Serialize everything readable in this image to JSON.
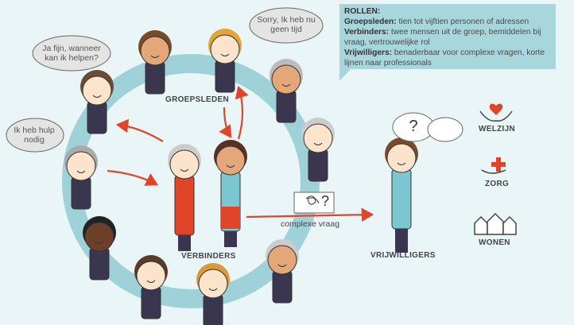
{
  "roles_box": {
    "title": "ROLLEN:",
    "rows": [
      {
        "term": "Groepsleden:",
        "desc": "tien tot vijftien personen of adressen"
      },
      {
        "term": "Verbinders:",
        "desc": "twee mensen uit de groep, bemiddelen bij vraag, vertrouwelijke rol"
      },
      {
        "term": "Vrijwilligers:",
        "desc": "benaderbaar voor complexe vragen, korte lijnen naar professionals"
      }
    ]
  },
  "bubbles": {
    "sorry": "Sorry, Ik heb nu geen tijd",
    "ja_fijn": "Ja fijn, wanneer kan ik helpen?",
    "hulp": "Ik heb hulp nodig",
    "question": "?"
  },
  "labels": {
    "groepsleden": "GROEPSLEDEN",
    "verbinders": "VERBINDERS",
    "vrijwilligers": "VRIJWILLIGERS",
    "complexe_vraag": "complexe vraag"
  },
  "services": [
    {
      "label": "WELZIJN",
      "icon": "heart-hands-icon"
    },
    {
      "label": "ZORG",
      "icon": "cross-hand-icon"
    },
    {
      "label": "WONEN",
      "icon": "houses-icon"
    }
  ],
  "colors": {
    "ring": "#9fd1d9",
    "arrow": "#e0452a",
    "box": "#a7d6dd"
  }
}
